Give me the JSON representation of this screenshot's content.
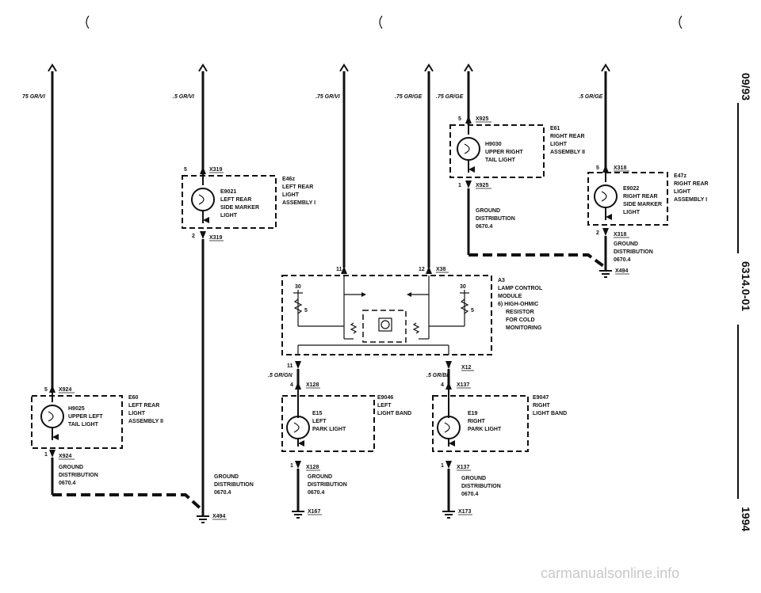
{
  "side_text": {
    "date": "09/93",
    "code": "6314.0-01",
    "year": "1994"
  },
  "watermark": "carmanualsonline.info",
  "wires": {
    "w1": "75 GR/VI",
    "w2": ".5 GR/VI",
    "w3": ".75 GR/VI",
    "w4": ".75 GR/GE",
    "w5": ".75 GR/GE",
    "w6": ".5 GR/GE",
    "e15_in": ".5 GR/GN",
    "e19_in": ".5 GR/BL"
  },
  "components": {
    "h9025": {
      "id": "H9025",
      "l1": "UPPER LEFT",
      "l2": "TAIL LIGHT"
    },
    "e60": {
      "id": "E60",
      "l1": "LEFT REAR",
      "l2": "LIGHT",
      "l3": "ASSEMBLY II"
    },
    "e9021": {
      "id": "E9021",
      "l1": "LEFT REAR",
      "l2": "SIDE MARKER",
      "l3": "LIGHT"
    },
    "e46": {
      "id": "E46z",
      "l1": "LEFT REAR",
      "l2": "LIGHT",
      "l3": "ASSEMBLY I"
    },
    "h9030": {
      "id": "H9030",
      "l1": "UPPER RIGHT",
      "l2": "TAIL LIGHT"
    },
    "e61": {
      "id": "E61",
      "l1": "RIGHT REAR",
      "l2": "LIGHT",
      "l3": "ASSEMBLY II"
    },
    "e9022": {
      "id": "E9022",
      "l1": "RIGHT REAR",
      "l2": "SIDE MARKER",
      "l3": "LIGHT"
    },
    "e47": {
      "id": "E47z",
      "l1": "RIGHT REAR",
      "l2": "LIGHT",
      "l3": "ASSEMBLY I"
    },
    "a3": {
      "id": "A3",
      "l1": "LAMP CONTROL",
      "l2": "MODULE",
      "l3": "6) HIGH-OHMIC",
      "l4": "RESISTOR",
      "l5": "FOR COLD",
      "l6": "MONITORING"
    },
    "e15": {
      "id": "E15",
      "l1": "LEFT",
      "l2": "PARK LIGHT"
    },
    "e9046": {
      "id": "E9046",
      "l1": "LEFT",
      "l2": "LIGHT BAND"
    },
    "e19": {
      "id": "E19",
      "l1": "RIGHT",
      "l2": "PARK LIGHT"
    },
    "e9047": {
      "id": "E9047",
      "l1": "RIGHT",
      "l2": "LIGHT BAND"
    }
  },
  "connectors": {
    "x924": "X924",
    "x319": "X319",
    "x925": "X925",
    "x318": "X318",
    "x38": "X38",
    "x12": "X12",
    "x128": "X128",
    "x137": "X137"
  },
  "pins": {
    "p5": "5",
    "p1": "1",
    "p2": "2",
    "p11": "11",
    "p12": "12",
    "p4": "4",
    "p30": "30"
  },
  "grounds": {
    "gd_l1": "GROUND",
    "gd_l2": "DISTRIBUTION",
    "gd_l3": "0670.4",
    "x494": "X494",
    "x167": "X167",
    "x173": "X173"
  }
}
